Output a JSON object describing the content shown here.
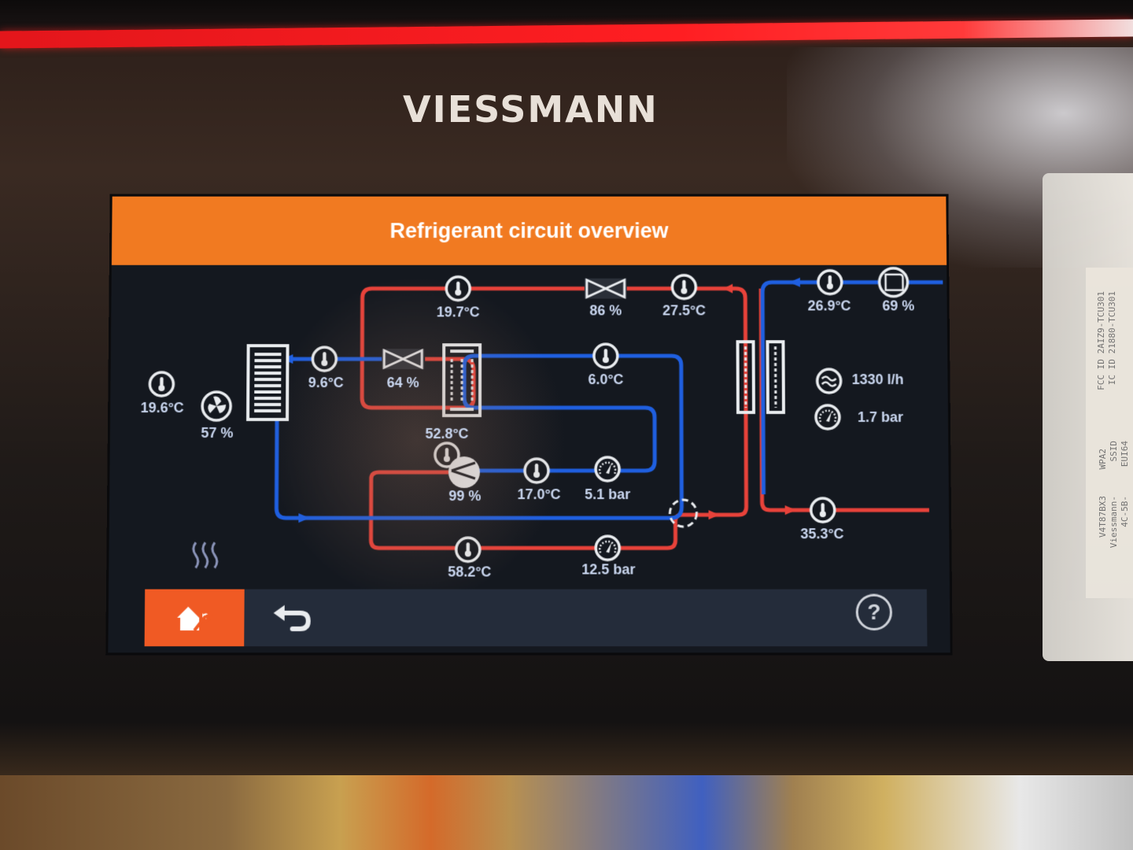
{
  "brand": {
    "logo_text": "VIESSMANN"
  },
  "screen": {
    "title": "Refrigerant circuit overview",
    "colors": {
      "title_bar": "#f17a21",
      "hot_line": "#e8423a",
      "cold_line": "#1f5fe0",
      "text": "#c9d6ef",
      "home_button": "#f05a24"
    },
    "outdoor": {
      "air_temp": "19.6°C",
      "fan_speed": "57 %"
    },
    "sensors": {
      "evaporator_outlet_temp": "9.6°C",
      "expansion_valve_1_opening": "64 %",
      "liquid_line_temp": "19.7°C",
      "expansion_valve_2_opening": "86 %",
      "condenser_liquid_temp": "27.5°C",
      "economizer_temp": "52.8°C",
      "economizer_vapour_temp": "6.0°C",
      "compressor_speed": "99 %",
      "suction_temp": "17.0°C",
      "suction_pressure": "5.1 bar",
      "discharge_temp": "58.2°C",
      "discharge_pressure": "12.5 bar"
    },
    "water_circuit": {
      "return_temp": "26.9°C",
      "pump_speed": "69 %",
      "flow_rate": "1330 l/h",
      "water_pressure": "1.7 bar",
      "flow_temp": "35.3°C"
    },
    "icons": {
      "thermometer": "thermometer-icon",
      "valve": "expansion-valve-icon",
      "fan": "fan-icon",
      "compressor": "compressor-icon",
      "pressure": "pressure-gauge-icon",
      "pump": "pump-icon",
      "flow": "flow-waves-icon",
      "four_way_valve": "four-way-valve-icon",
      "heating": "heating-mode-icon"
    },
    "bottom_bar": {
      "home_service": "home-service-icon",
      "back": "back-arrow-icon",
      "help_label": "?"
    }
  },
  "side_label": {
    "lines": [
      "FCC ID 2AIZ9-TCU301",
      "IC ID 21880-TCU301",
      "EUI64",
      "SSID",
      "WPA2",
      "4C-5B-",
      "Viessmann-",
      "V4T87BX3"
    ]
  }
}
